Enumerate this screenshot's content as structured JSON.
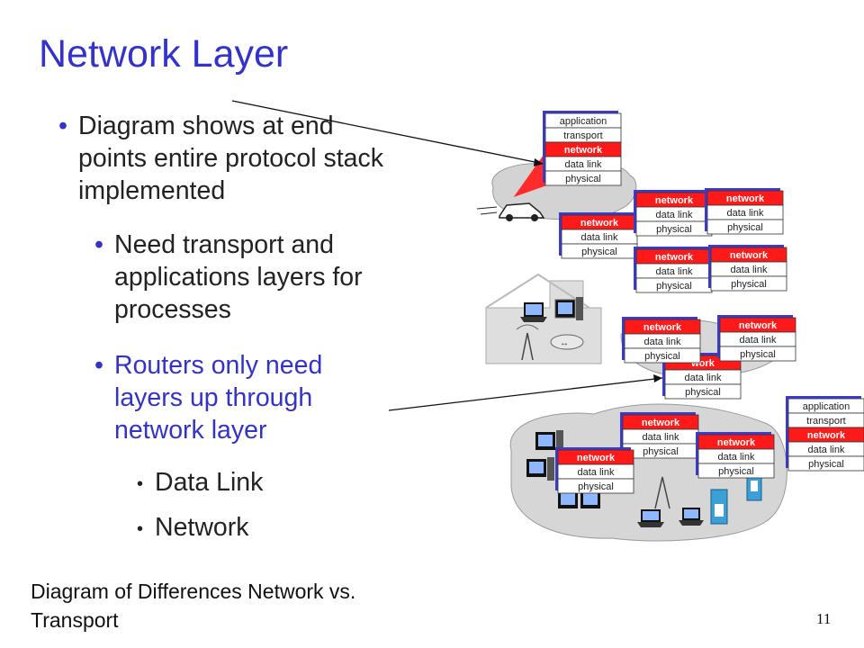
{
  "slide": {
    "title": "Network Layer",
    "bullets": [
      "Diagram shows at end points entire protocol stack implemented",
      "Need transport and applications layers for processes",
      "Routers only need layers up through network layer",
      "Data Link",
      "Network"
    ],
    "caption": "Diagram of Differences Network vs. Transport",
    "page_number": "11"
  },
  "diagram": {
    "full_stack": [
      "application",
      "transport",
      "network",
      "data link",
      "physical"
    ],
    "router_stack": [
      "network",
      "data link",
      "physical"
    ],
    "router_stack_partial": [
      "work",
      "data link",
      "physical"
    ]
  },
  "colors": {
    "title_blue": "#3333cc",
    "network_red": "#ff1a1a",
    "stack_border": "#2222aa",
    "cloud_gray": "#d3d3d3"
  }
}
